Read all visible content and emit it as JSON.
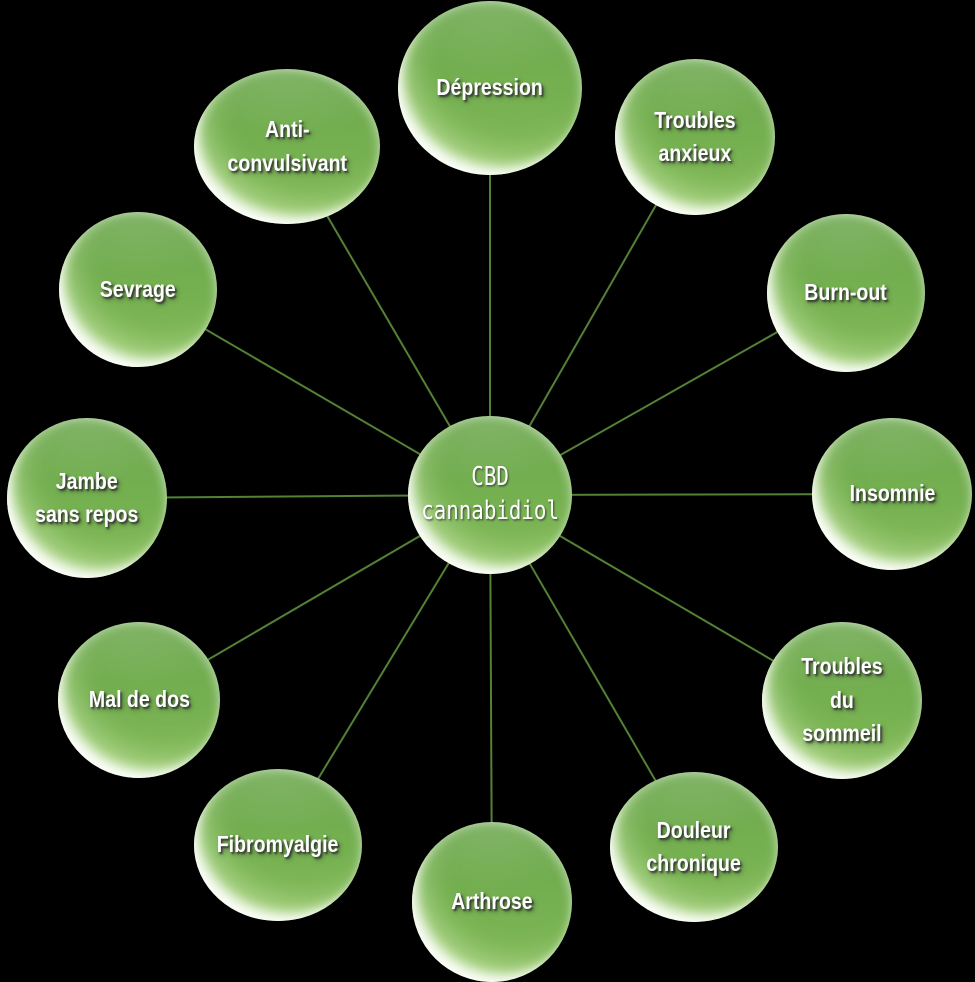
{
  "diagram": {
    "background_color": "#000000",
    "connector_color": "#548235",
    "node_color_top": "#6aa64b",
    "node_color_mid": "#76b151",
    "node_color_bottom": "#83ba58",
    "label_color": "#ffffff",
    "center_node": {
      "label": "CBD\ncannabidiol"
    },
    "nodes": [
      {
        "id": "depression",
        "label": "Dépression"
      },
      {
        "id": "troubles-anxieux",
        "label": "Troubles\nanxieux"
      },
      {
        "id": "burn-out",
        "label": "Burn-out"
      },
      {
        "id": "insomnie",
        "label": "Insomnie"
      },
      {
        "id": "troubles-du-sommeil",
        "label": "Troubles\ndu\nsommeil"
      },
      {
        "id": "douleur-chronique",
        "label": "Douleur\nchronique"
      },
      {
        "id": "arthrose",
        "label": "Arthrose"
      },
      {
        "id": "fibromyalgie",
        "label": "Fibromyalgie"
      },
      {
        "id": "mal-de-dos",
        "label": "Mal de dos"
      },
      {
        "id": "jambe-sans-repos",
        "label": "Jambe\nsans repos"
      },
      {
        "id": "sevrage",
        "label": "Sevrage"
      },
      {
        "id": "anti-convulsivant",
        "label": "Anti-\nconvulsivant"
      }
    ]
  }
}
